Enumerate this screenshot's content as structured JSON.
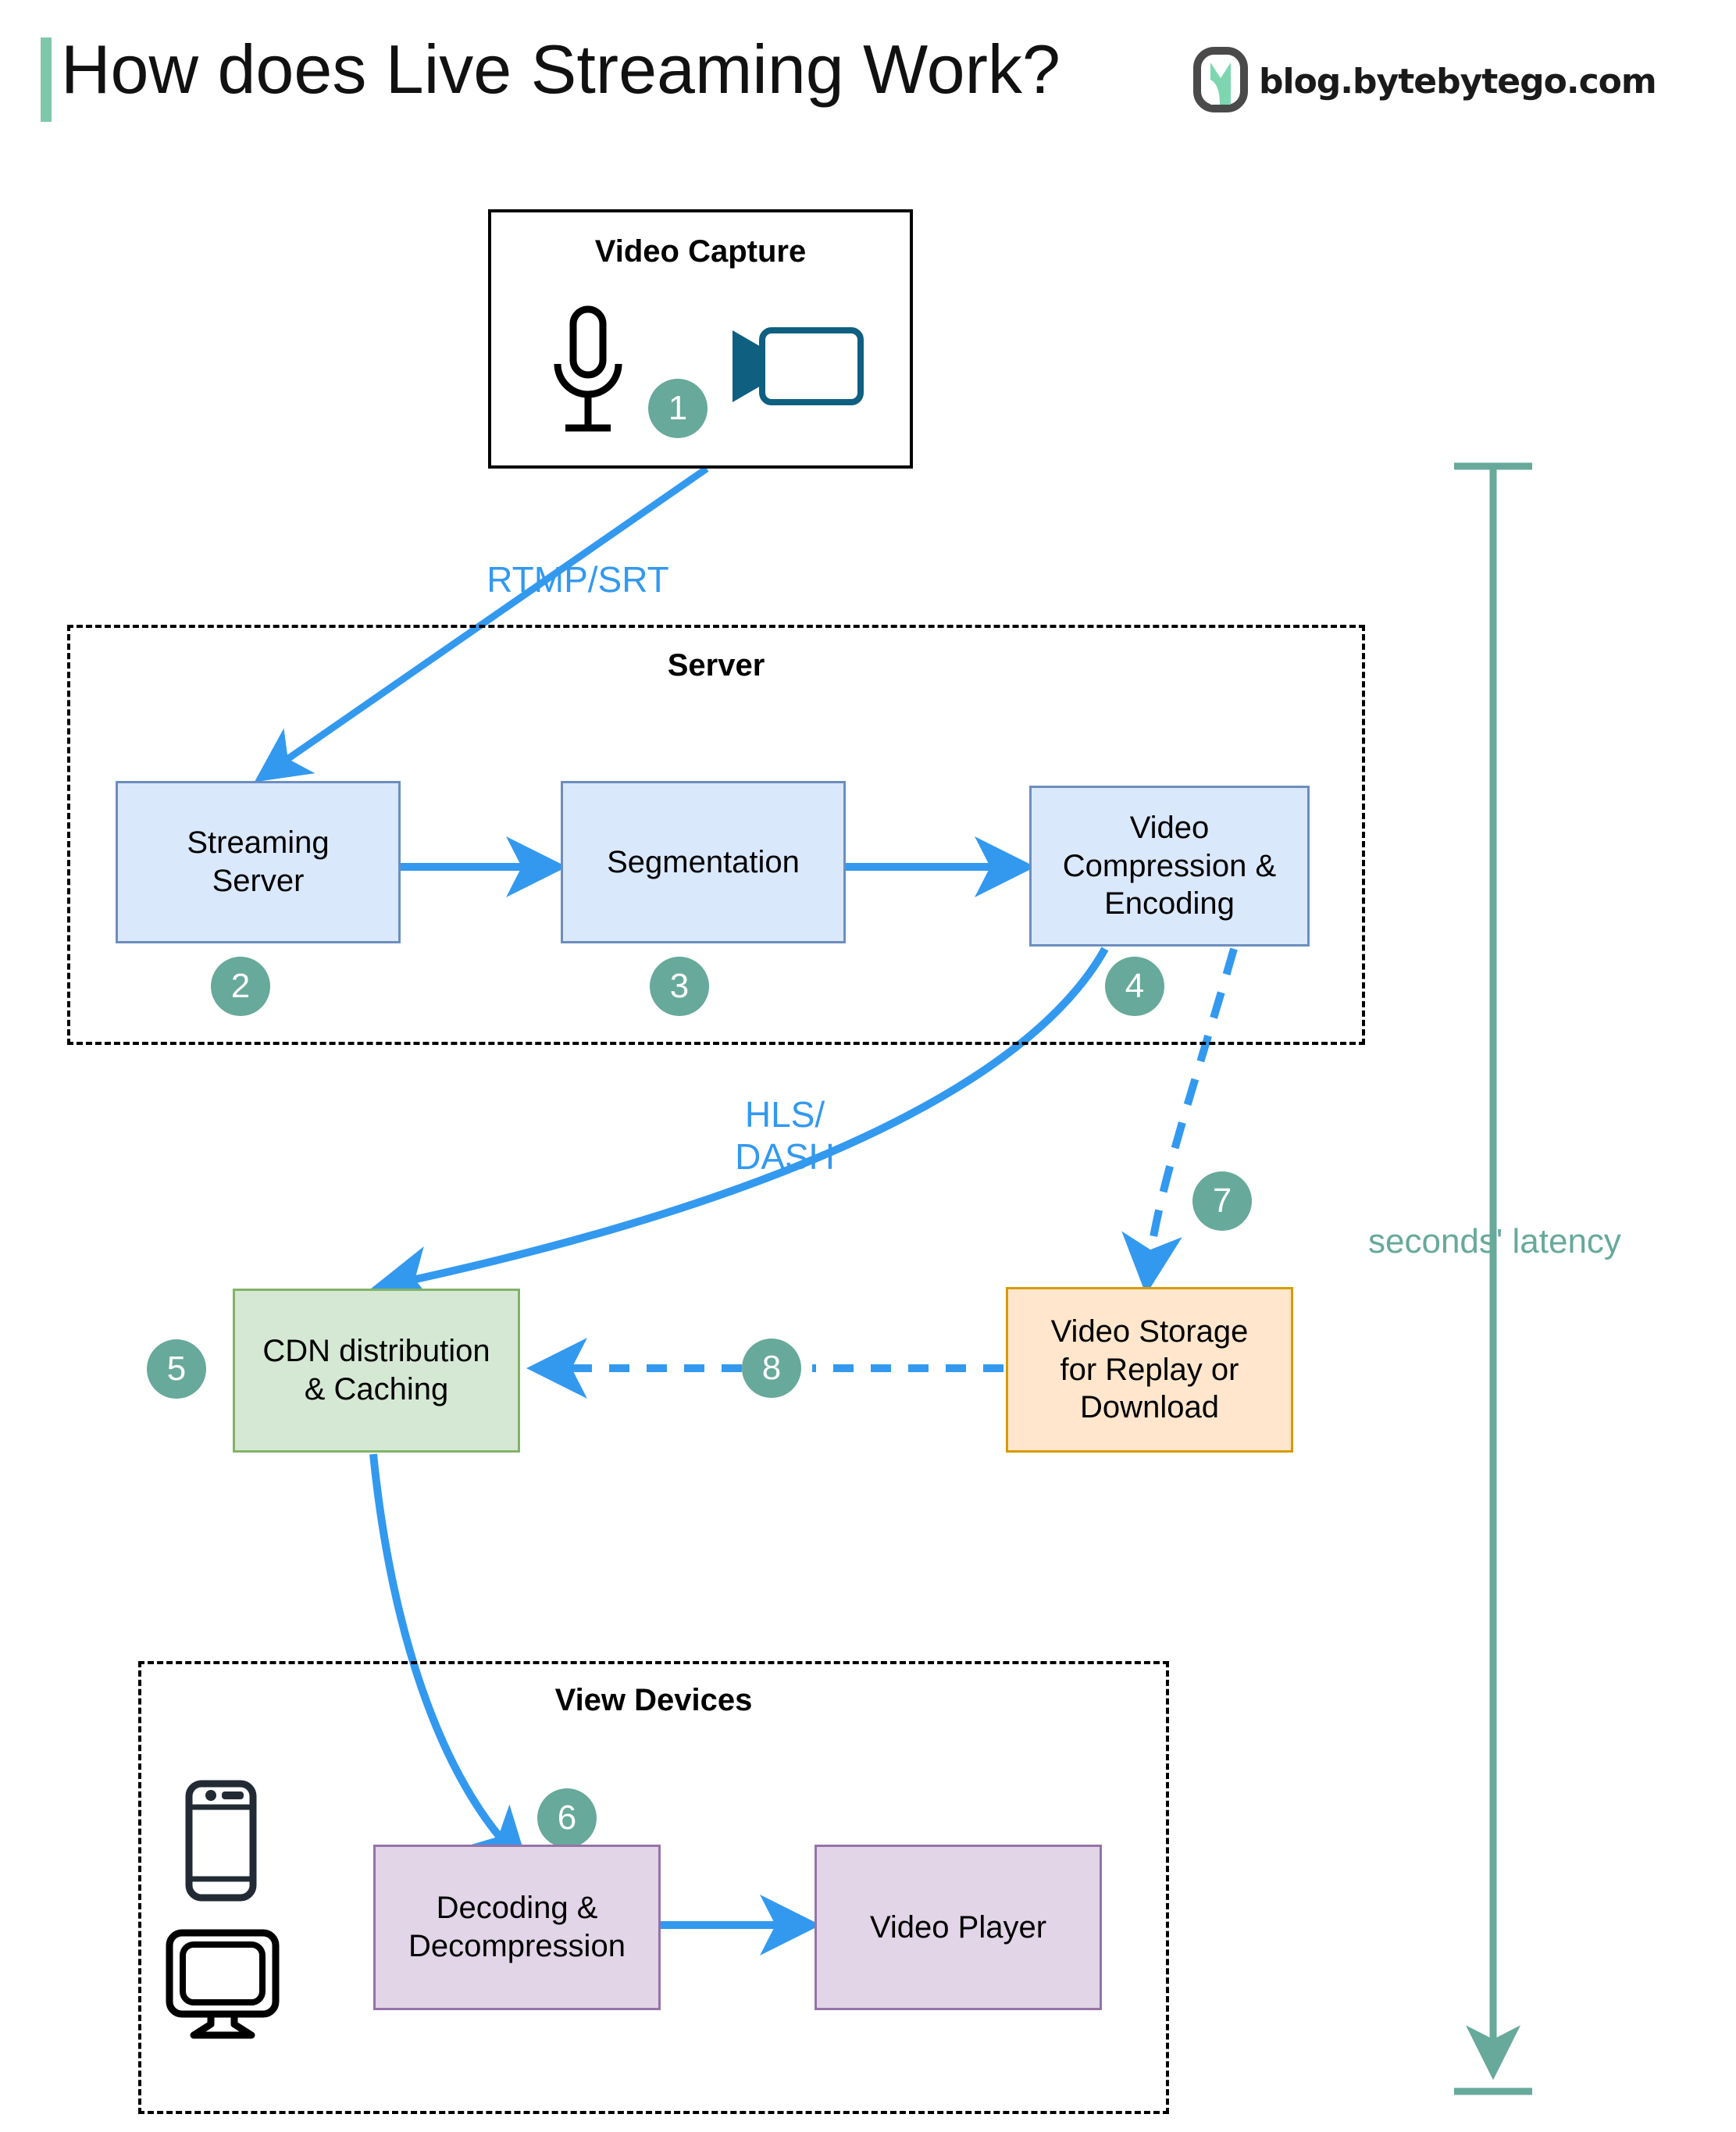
{
  "header": {
    "title": "How does Live Streaming Work?",
    "brand": "blog.bytebytego.com",
    "accent_bar_color": "#7ec8a9",
    "logo_icon": "bytebytego-logo-icon"
  },
  "groups": {
    "capture": {
      "label": "Video Capture"
    },
    "server": {
      "label": "Server"
    },
    "view_devices": {
      "label": "View Devices"
    }
  },
  "nodes": {
    "streaming_server": {
      "label": "Streaming\nServer",
      "step": "2",
      "fill": "#dae8fc",
      "stroke": "#6c8ebf"
    },
    "segmentation": {
      "label": "Segmentation",
      "step": "3",
      "fill": "#dae8fc",
      "stroke": "#6c8ebf"
    },
    "compression": {
      "label": "Video\nCompression &\nEncoding",
      "step": "4",
      "fill": "#dae8fc",
      "stroke": "#6c8ebf"
    },
    "cdn": {
      "label": "CDN distribution\n& Caching",
      "step": "5",
      "fill": "#d5e8d4",
      "stroke": "#82b366"
    },
    "storage": {
      "label": "Video Storage\nfor Replay or\nDownload",
      "step": "7",
      "fill": "#ffe6cc",
      "stroke": "#d79b00"
    },
    "decoding": {
      "label": "Decoding &\nDecompression",
      "step": "6",
      "fill": "#e1d5e7",
      "stroke": "#9673a6"
    },
    "player": {
      "label": "Video Player",
      "fill": "#e1d5e7",
      "stroke": "#9673a6"
    }
  },
  "steps": {
    "capture": "1",
    "storage_to_cdn": "8"
  },
  "edges": {
    "rtmp": "RTMP/SRT",
    "hls": "HLS/\nDASH"
  },
  "annotations": {
    "latency": "seconds' latency",
    "latency_color": "#67a99a"
  },
  "icons": {
    "microphone": "microphone-icon",
    "camera": "video-camera-icon",
    "phone": "smartphone-icon",
    "monitor": "desktop-monitor-icon"
  },
  "colors": {
    "badge": "#67a99a",
    "arrow_blue": "#3399ef",
    "accent_green": "#7ec8a9"
  }
}
